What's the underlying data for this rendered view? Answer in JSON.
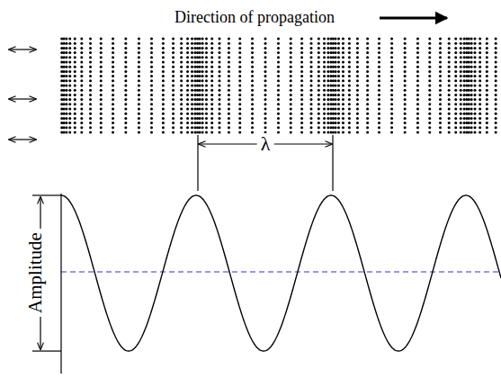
{
  "diagram": {
    "labels": [
      "Direction of propagation",
      "λ",
      "Amplitude"
    ]
  }
}
